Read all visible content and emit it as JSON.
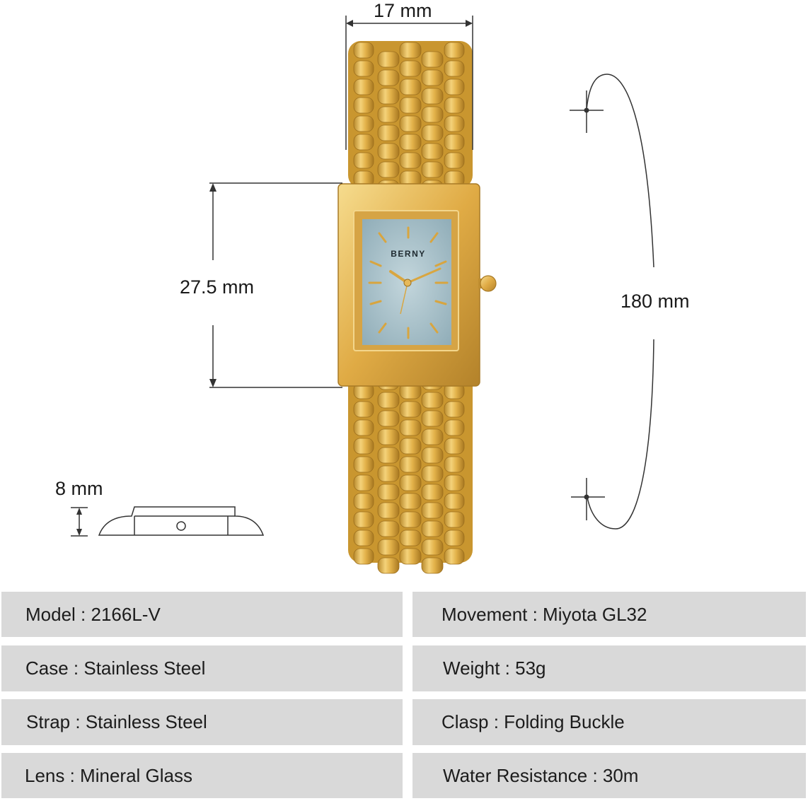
{
  "dimensions": {
    "width": "17 mm",
    "case_height": "27.5 mm",
    "thickness": "8 mm",
    "strap_length": "180 mm"
  },
  "dial": {
    "brand": "BERNY"
  },
  "colors": {
    "gold": "#e3b24a",
    "dial": "#a6c2cc",
    "spec_bg": "#d9d9d9"
  },
  "specs": {
    "left": [
      "Model : 2166L-V",
      "Case : Stainless Steel",
      "Strap : Stainless Steel",
      "Lens : Mineral Glass"
    ],
    "right": [
      "Movement : Miyota GL32",
      "Weight : 53g",
      "Clasp : Folding Buckle",
      "Water Resistance : 30m"
    ]
  }
}
